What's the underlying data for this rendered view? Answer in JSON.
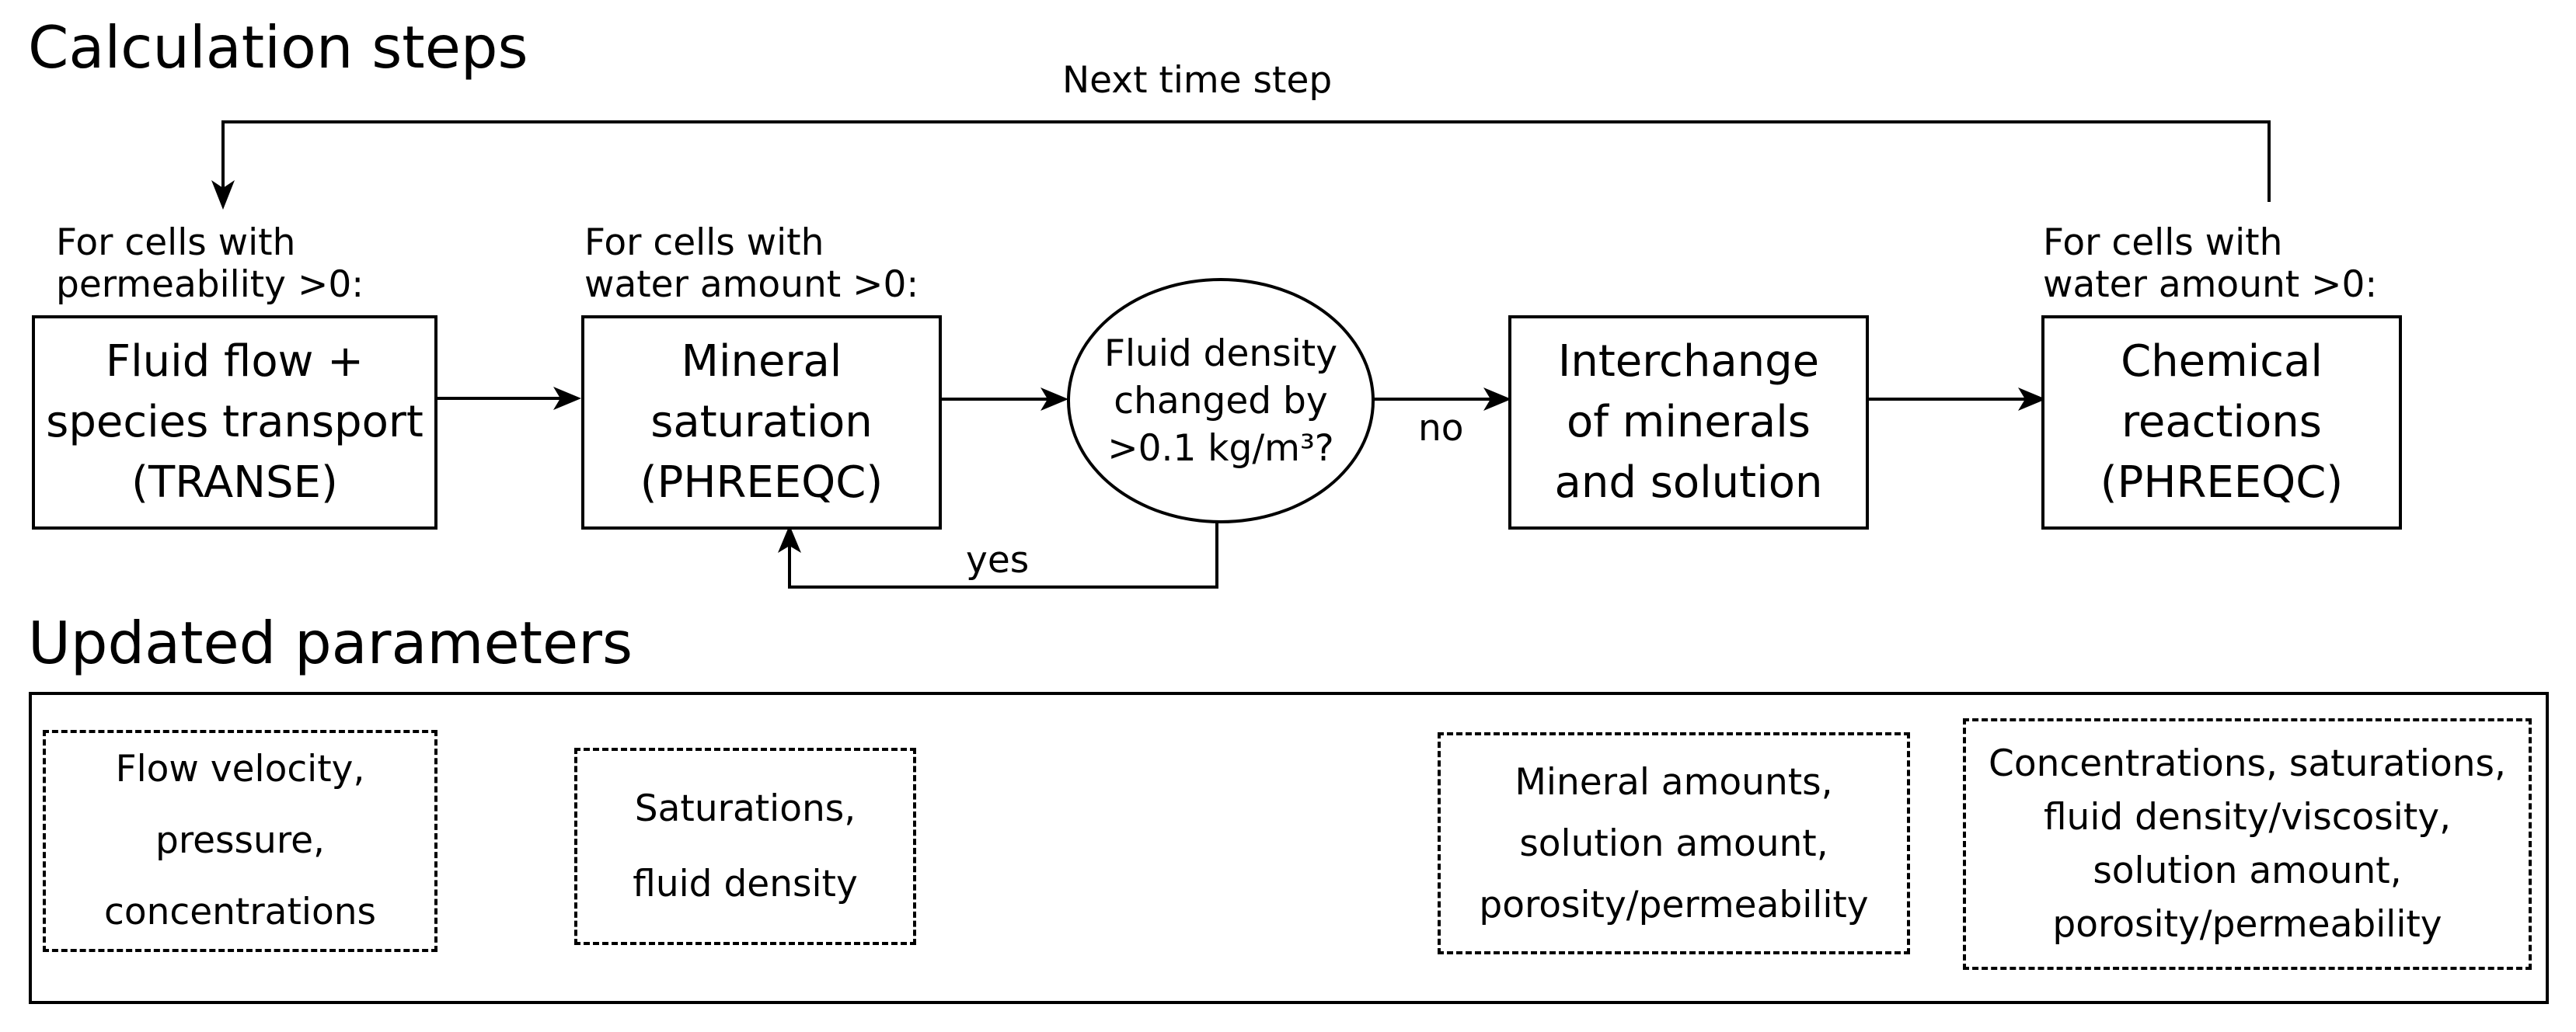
{
  "headings": {
    "calc_steps": "Calculation steps",
    "updated_params": "Updated parameters"
  },
  "loop_label": "Next time step",
  "notes": {
    "permeability": "For cells with\npermeability >0:",
    "water_mineral": "For cells with\nwater amount >0:",
    "water_chemical": "For cells with\nwater amount >0:"
  },
  "steps": {
    "fluid_flow": "Fluid flow +\nspecies transport\n(TRANSE)",
    "mineral_saturation": "Mineral\nsaturation\n(PHREEQC)",
    "density_check": "Fluid density\nchanged by\n>0.1 kg/m³?",
    "interchange": "Interchange\nof minerals\nand solution",
    "chemical_reactions": "Chemical\nreactions\n(PHREEQC)"
  },
  "edge_labels": {
    "no": "no",
    "yes": "yes"
  },
  "parameters": {
    "flow": "Flow velocity,\npressure,\nconcentrations",
    "saturations": "Saturations,\nfluid density",
    "minerals": "Mineral amounts,\nsolution amount,\nporosity/permeability",
    "concentrations": "Concentrations, saturations,\nfluid density/viscosity,\nsolution amount,\nporosity/permeability"
  }
}
